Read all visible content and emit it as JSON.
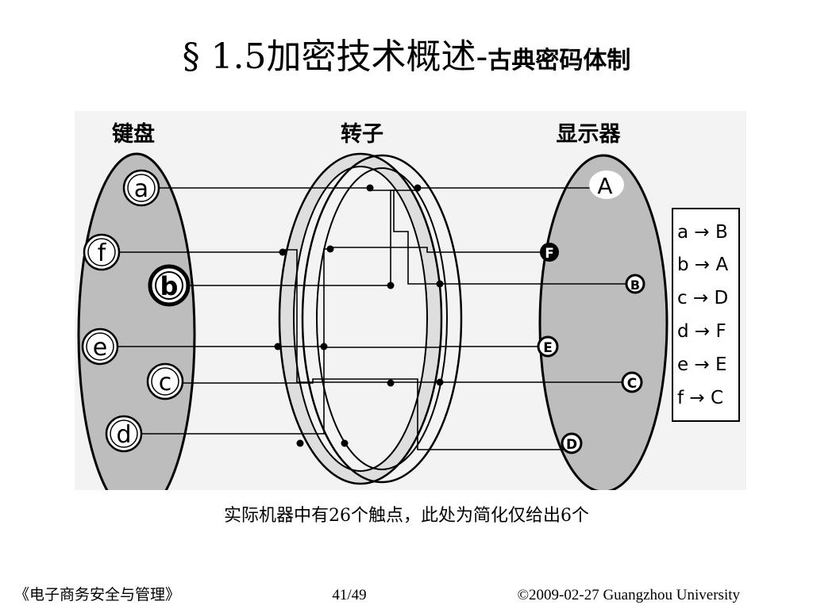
{
  "title": {
    "main": "§ 1.5加密技术概述-",
    "sub": "古典密码体制"
  },
  "figure": {
    "keyboard_label": "键盘",
    "rotor_label": "转子",
    "display_label": "显示器",
    "keys": [
      "a",
      "f",
      "b",
      "e",
      "c",
      "d"
    ],
    "display_letters": [
      "A",
      "F",
      "B",
      "E",
      "C",
      "D"
    ],
    "mapping": [
      "a → B",
      "b → A",
      "c → D",
      "d → F",
      "e → E",
      "f → C"
    ]
  },
  "caption": "实际机器中有26个触点，此处为简化仅给出6个",
  "footer": {
    "course": "《电子商务安全与管理》",
    "page": "41/49",
    "copyright": "©2009-02-27  Guangzhou University"
  }
}
